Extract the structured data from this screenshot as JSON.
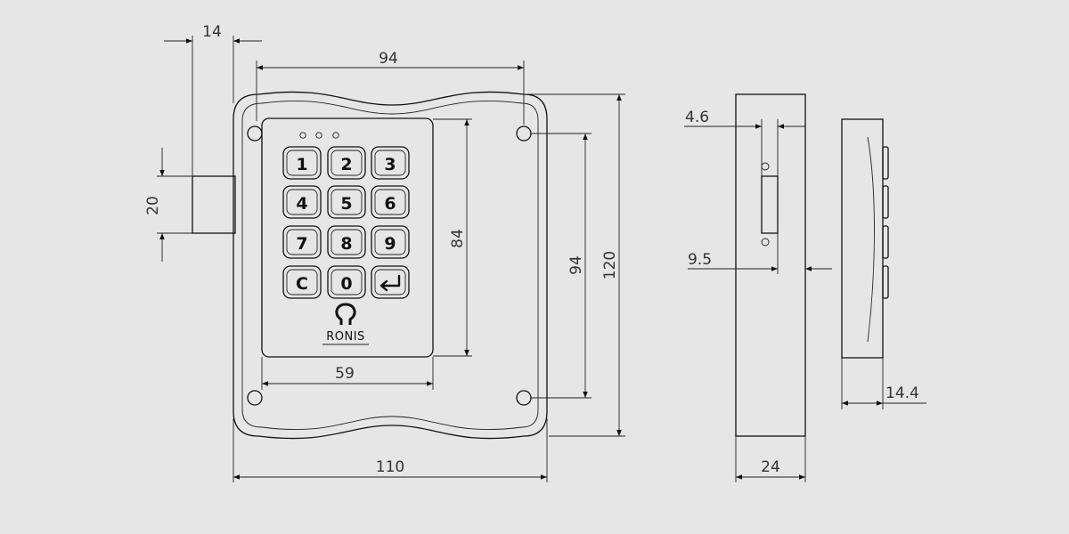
{
  "keypad": {
    "keys": [
      "1",
      "2",
      "3",
      "4",
      "5",
      "6",
      "7",
      "8",
      "9",
      "C",
      "0",
      ""
    ],
    "enter_icon": "enter-return-arrow-icon",
    "brand": "RONIS",
    "logo_icon": "ronis-omega-logo-icon"
  },
  "dimensions": {
    "bolt_offset": "14",
    "panel_width": "94",
    "bolt_height": "20",
    "keypad_height": "84",
    "keypad_width": "59",
    "hole_spacing": "94",
    "overall_height": "120",
    "overall_width": "110",
    "side_offset_top": "4.6",
    "side_offset_mid": "9.5",
    "side_depth": "24",
    "keypad_depth": "14.4"
  },
  "colors": {
    "background": "#e6e6e6",
    "line": "#111111"
  }
}
